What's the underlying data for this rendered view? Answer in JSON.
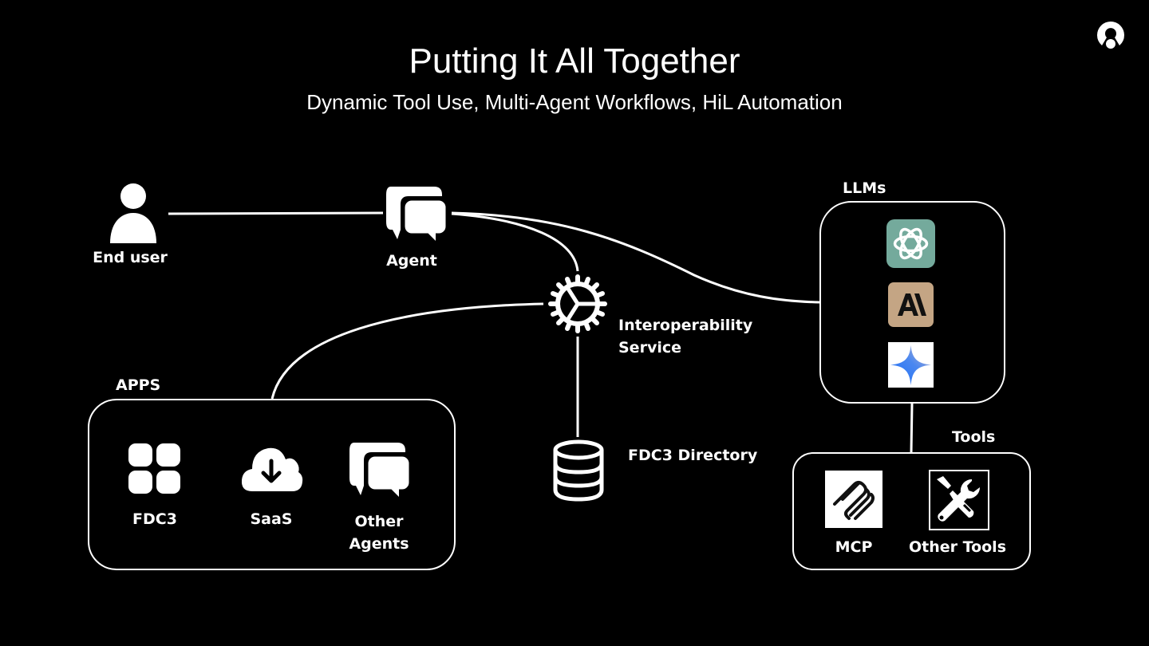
{
  "header": {
    "title": "Putting It All Together",
    "subtitle": "Dynamic Tool Use, Multi-Agent Workflows, HiL Automation",
    "logo_icon": "brand-logo-icon"
  },
  "nodes": {
    "end_user": {
      "label": "End user",
      "icon": "person-icon"
    },
    "agent": {
      "label": "Agent",
      "icon": "chat-bubbles-icon"
    },
    "interop": {
      "label_line1": "Interoperability",
      "label_line2": "Service",
      "icon": "gear-icon"
    },
    "directory": {
      "label": "FDC3 Directory",
      "icon": "database-icon"
    }
  },
  "groups": {
    "apps": {
      "title": "APPS",
      "items": [
        {
          "label": "FDC3",
          "icon": "app-grid-icon"
        },
        {
          "label": "SaaS",
          "icon": "cloud-download-icon"
        },
        {
          "label_line1": "Other",
          "label_line2": "Agents",
          "icon": "chat-bubbles-icon"
        }
      ]
    },
    "llms": {
      "title": "LLMs",
      "items": [
        {
          "name": "OpenAI",
          "icon": "openai-icon",
          "color": "#74aa9c"
        },
        {
          "name": "Anthropic",
          "icon": "anthropic-icon",
          "color": "#c4a584"
        },
        {
          "name": "Gemini",
          "icon": "gemini-icon",
          "color": "#3b7ef6"
        }
      ]
    },
    "tools": {
      "title": "Tools",
      "items": [
        {
          "label": "MCP",
          "icon": "mcp-icon"
        },
        {
          "label": "Other Tools",
          "icon": "wrench-screwdriver-icon"
        }
      ]
    }
  }
}
